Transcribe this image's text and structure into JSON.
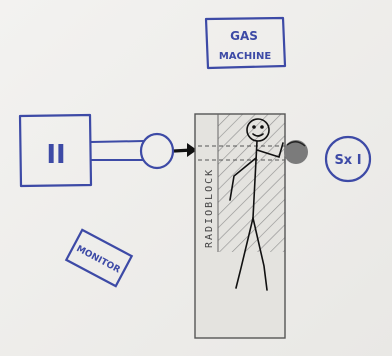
{
  "labels": {
    "gas_machine_line1": "GAS",
    "gas_machine_line2": "MACHINE",
    "sxi": "Sx I",
    "monitor": "MONITOR",
    "radioblock": "RADIOBLOCK",
    "machine_two": "II"
  },
  "colors": {
    "paper": "#f1f0ee",
    "blue_ink": "#3d4aa6",
    "pencil": "#444444",
    "black_ink": "#111111",
    "hatch": "#8a8a8a",
    "radioblock_fill": "#e4e3df"
  }
}
